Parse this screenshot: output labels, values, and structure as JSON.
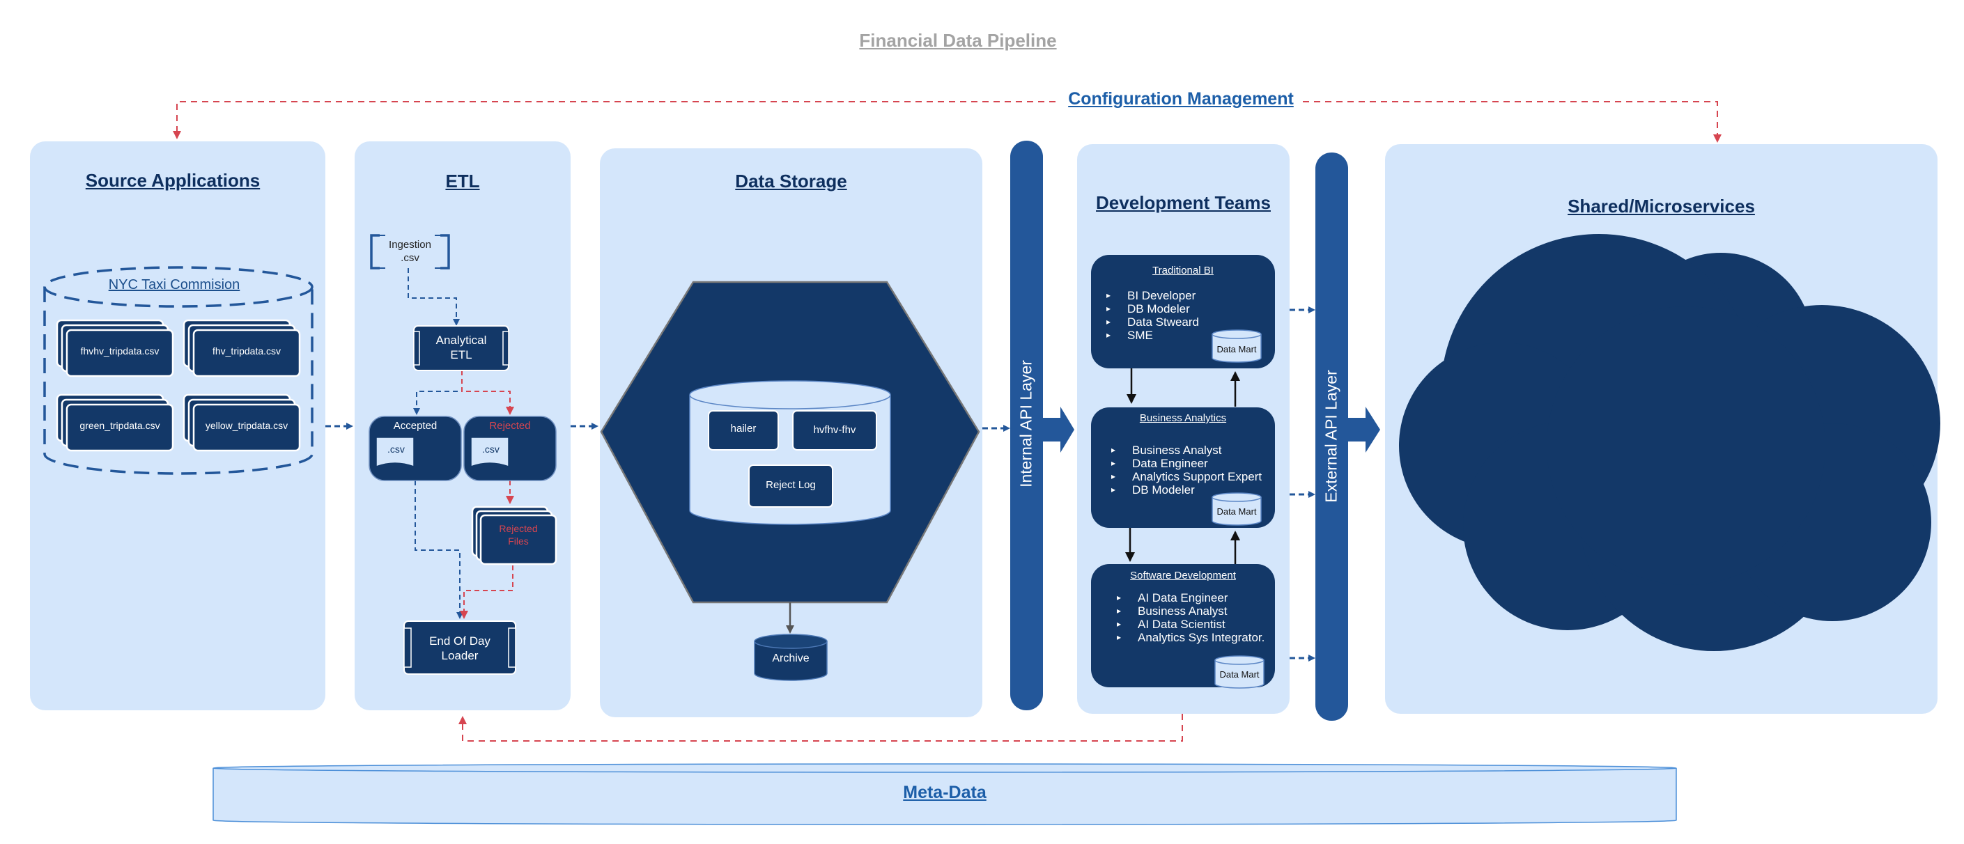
{
  "title": "Financial Data Pipeline",
  "config_management": "Configuration Management",
  "source": {
    "title": "Source Applications",
    "group": "NYC Taxi Commision",
    "files": [
      "fhvhv_tripdata.csv",
      "fhv_tripdata.csv",
      "green_tripdata.csv",
      "yellow_tripdata.csv"
    ]
  },
  "etl": {
    "title": "ETL",
    "ingestion": "Ingestion\n.csv",
    "analytical": "Analytical\nETL",
    "accepted": "Accepted",
    "rejected": "Rejected",
    "csv": ".csv",
    "rejected_files": "Rejected\nFiles",
    "loader": "End Of Day\nLoader"
  },
  "storage": {
    "title": "Data Storage",
    "tables": [
      "hailer",
      "hvfhv-fhv",
      "Reject Log"
    ],
    "archive": "Archive"
  },
  "internal_api": "Internal API Layer",
  "external_api": "External API Layer",
  "teams": {
    "title": "Development Teams",
    "groups": [
      {
        "name": "Traditional BI",
        "members": [
          "BI Developer",
          "DB Modeler",
          "Data Stweard",
          "SME"
        ],
        "mart": "Data Mart"
      },
      {
        "name": "Business Analytics",
        "members": [
          "Business Analyst",
          "Data Engineer",
          "Analytics Support Expert",
          "DB Modeler"
        ],
        "mart": "Data Mart"
      },
      {
        "name": "Software Development",
        "members": [
          "AI Data Engineer",
          "Business Analyst",
          "AI Data Scientist",
          "Analytics Sys Integrator."
        ],
        "mart": "Data Mart"
      }
    ]
  },
  "shared": {
    "title": "Shared/Microservices"
  },
  "metadata": "Meta-Data",
  "colors": {
    "panel": "#d4e6fb",
    "navy": "#133868",
    "api": "#23579a",
    "title_grey": "#a3a3a3",
    "red": "#d64550"
  }
}
